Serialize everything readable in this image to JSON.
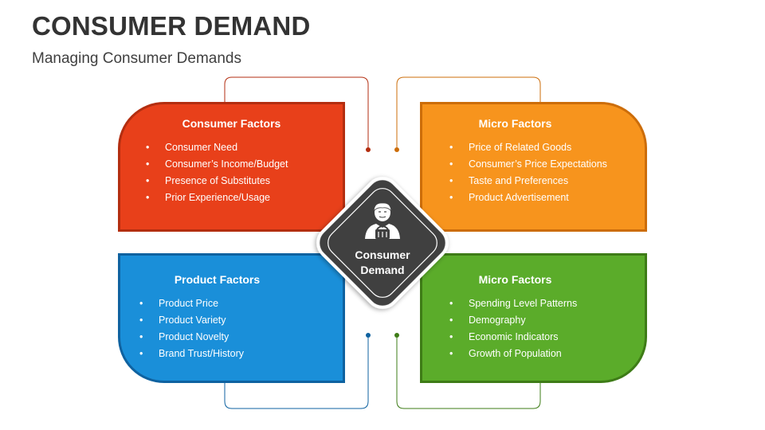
{
  "header": {
    "title": "CONSUMER DEMAND",
    "subtitle": "Managing Consumer Demands"
  },
  "center": {
    "label_line1": "Consumer",
    "label_line2": "Demand",
    "icon": "consumer-basket-icon"
  },
  "cards": [
    {
      "id": "top-left",
      "title": "Consumer Factors",
      "color": "#e8401a",
      "items": [
        "Consumer Need",
        "Consumer’s Income/Budget",
        "Presence of Substitutes",
        "Prior Experience/Usage"
      ]
    },
    {
      "id": "top-right",
      "title": "Micro Factors",
      "color": "#f7941d",
      "items": [
        "Price of Related Goods",
        "Consumer’s Price Expectations",
        "Taste and Preferences",
        "Product Advertisement"
      ]
    },
    {
      "id": "bottom-left",
      "title": "Product Factors",
      "color": "#1a8fd9",
      "items": [
        "Product Price",
        "Product Variety",
        "Product Novelty",
        "Brand Trust/History"
      ]
    },
    {
      "id": "bottom-right",
      "title": "Micro Factors",
      "color": "#5bac2a",
      "items": [
        "Spending Level Patterns",
        "Demography",
        "Economic Indicators",
        "Growth of Population"
      ]
    }
  ]
}
